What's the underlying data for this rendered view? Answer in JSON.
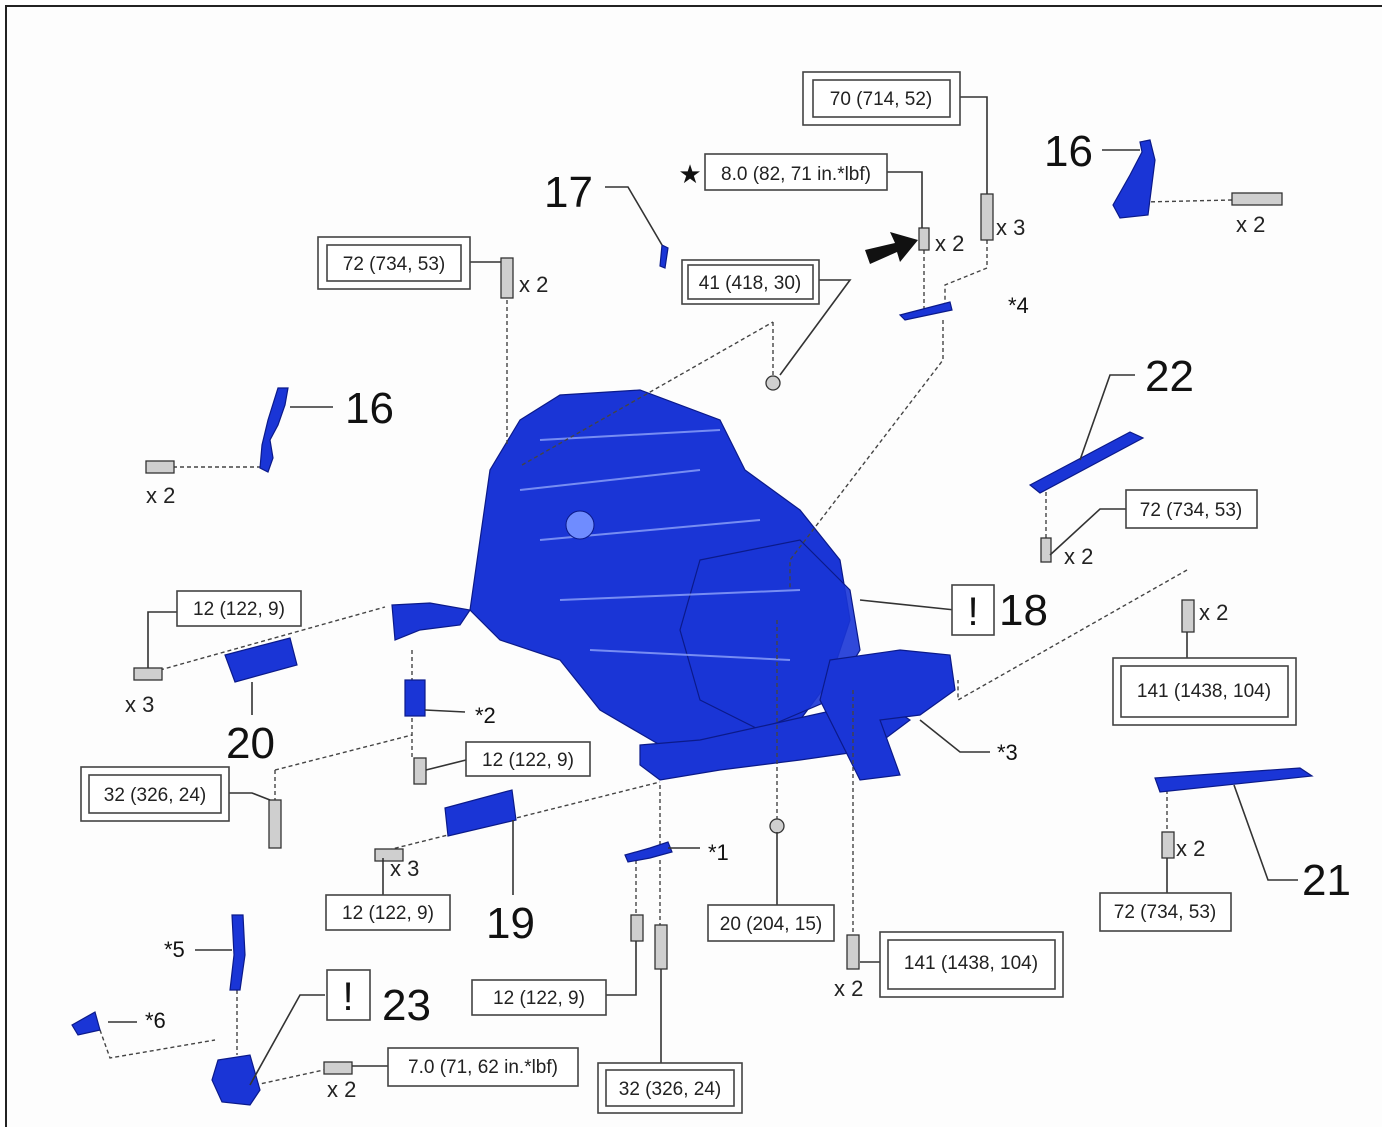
{
  "torques": {
    "t_70": "70 (714, 52)",
    "t_star": "8.0 (82, 71 in.*lbf)",
    "t_72_top": "72 (734, 53)",
    "t_41": "41 (418, 30)",
    "t_72_22": "72 (734, 53)",
    "t_12_left": "12 (122, 9)",
    "t_141_right": "141 (1438, 104)",
    "t_12_mid": "12 (122, 9)",
    "t_32_left": "32 (326, 24)",
    "t_12_19": "12 (122, 9)",
    "t_72_21": "72 (734, 53)",
    "t_20": "20 (204, 15)",
    "t_141_bottom": "141 (1438, 104)",
    "t_12_bottom": "12 (122, 9)",
    "t_7": "7.0 (71, 62 in.*lbf)",
    "t_32_bottom": "32 (326, 24)"
  },
  "parts": {
    "p16_top": "16",
    "p17": "17",
    "p16_left": "16",
    "p22": "22",
    "p18": "18",
    "p20": "20",
    "p19": "19",
    "p21": "21",
    "p23": "23"
  },
  "notes": {
    "n4": "*4",
    "n2": "*2",
    "n3": "*3",
    "n1": "*1",
    "n5": "*5",
    "n6": "*6"
  },
  "qty": {
    "x3_top": "x 3",
    "x2_arrow": "x 2",
    "x2_16top": "x 2",
    "x2_72top": "x 2",
    "x2_16left": "x 2",
    "x2_22": "x 2",
    "x2_141r": "x 2",
    "x3_left": "x 3",
    "x3_19": "x 3",
    "x2_21": "x 2",
    "x2_141b": "x 2",
    "x2_23": "x 2"
  },
  "symbols": {
    "star": "★",
    "caution": "!"
  },
  "colors": {
    "part_blue": "#1a35d6",
    "line": "#333333"
  }
}
